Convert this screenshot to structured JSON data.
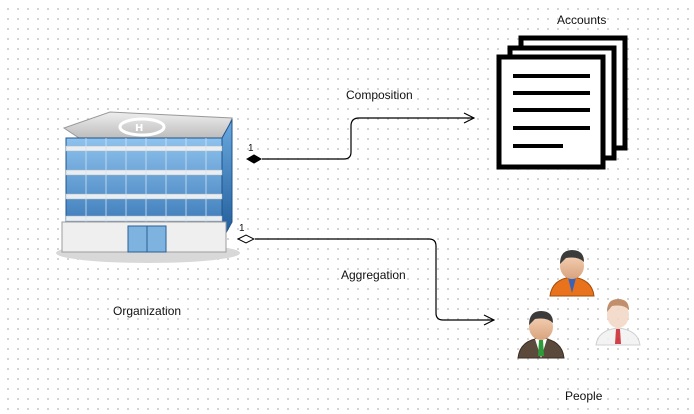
{
  "nodes": {
    "organization": {
      "label": "Organization",
      "icon": "office-building-icon"
    },
    "accounts": {
      "label": "Accounts",
      "icon": "documents-icon"
    },
    "people": {
      "label": "People",
      "icon": "people-group-icon"
    }
  },
  "edges": {
    "composition": {
      "label": "Composition",
      "multiplicity": "1",
      "end": "filled-diamond"
    },
    "aggregation": {
      "label": "Aggregation",
      "multiplicity": "1",
      "end": "hollow-diamond"
    }
  },
  "colors": {
    "building_glass": "#3f86c8",
    "person_shirt_orange": "#e8731c",
    "person_shirt_white": "#f2f2f2",
    "tie_green": "#2e9a3a",
    "tie_red": "#c8202a"
  }
}
